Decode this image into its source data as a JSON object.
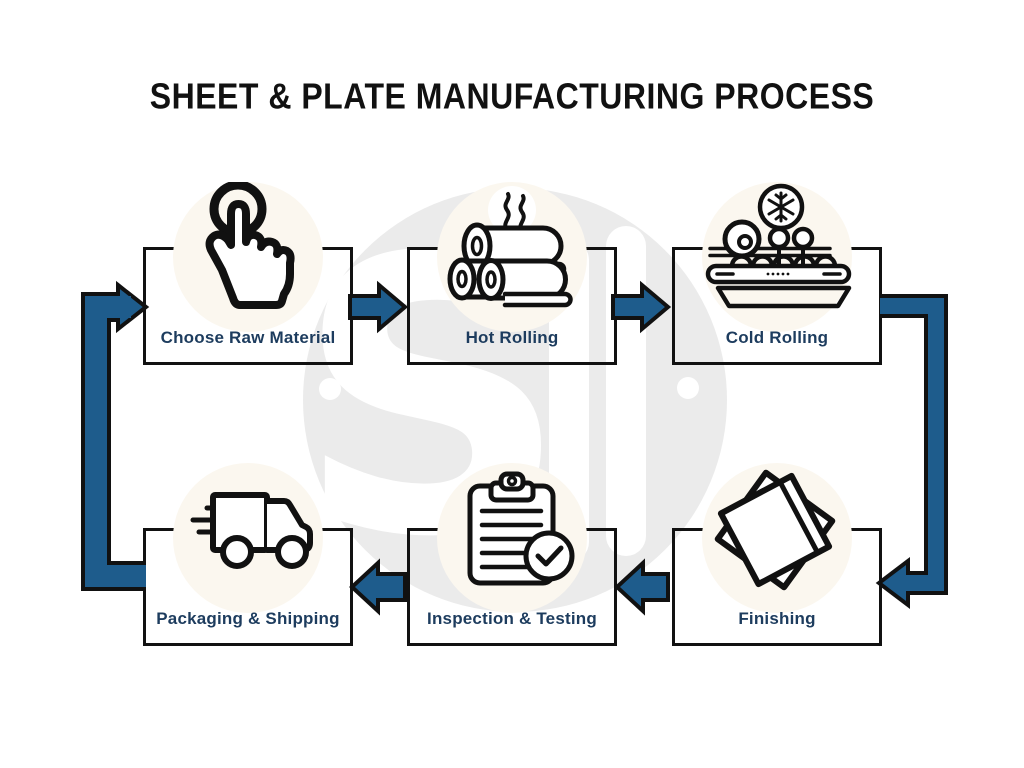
{
  "title": "SHEET & PLATE MANUFACTURING PROCESS",
  "steps": [
    {
      "id": 1,
      "label": "Choose Raw Material",
      "icon": "tap-select-icon"
    },
    {
      "id": 2,
      "label": "Hot Rolling",
      "icon": "hot-rolled-coils-icon"
    },
    {
      "id": 3,
      "label": "Cold Rolling",
      "icon": "cold-rolling-mill-icon"
    },
    {
      "id": 4,
      "label": "Finishing",
      "icon": "stacked-plates-icon"
    },
    {
      "id": 5,
      "label": "Inspection & Testing",
      "icon": "clipboard-check-icon"
    },
    {
      "id": 6,
      "label": "Packaging & Shipping",
      "icon": "delivery-truck-icon"
    }
  ],
  "flow": {
    "sequence": [
      "Choose Raw Material",
      "Hot Rolling",
      "Cold Rolling",
      "Finishing",
      "Inspection & Testing",
      "Packaging & Shipping"
    ],
    "cyclic": true,
    "top_row_direction": "left-to-right",
    "bottom_row_direction": "right-to-left"
  },
  "watermark": {
    "shape": "large light-gray circle logo",
    "marks": "white S with two vertical bars and two dots"
  },
  "colors": {
    "arrow_blue": "#1e5c8c",
    "label_navy": "#1d3c5e",
    "line_black": "#111111",
    "icon_circle_cream": "#fbf7ef",
    "watermark_gray": "#ebebeb",
    "background": "#ffffff"
  }
}
